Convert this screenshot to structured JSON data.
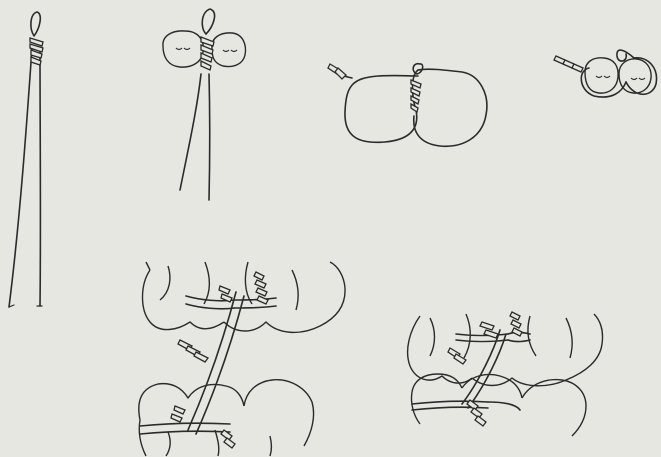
{
  "figure": {
    "panels": [
      {
        "id": "step-1"
      },
      {
        "id": "step-2"
      },
      {
        "id": "step-3"
      },
      {
        "id": "step-4"
      },
      {
        "id": "applied-upper"
      },
      {
        "id": "applied-lower"
      }
    ]
  }
}
